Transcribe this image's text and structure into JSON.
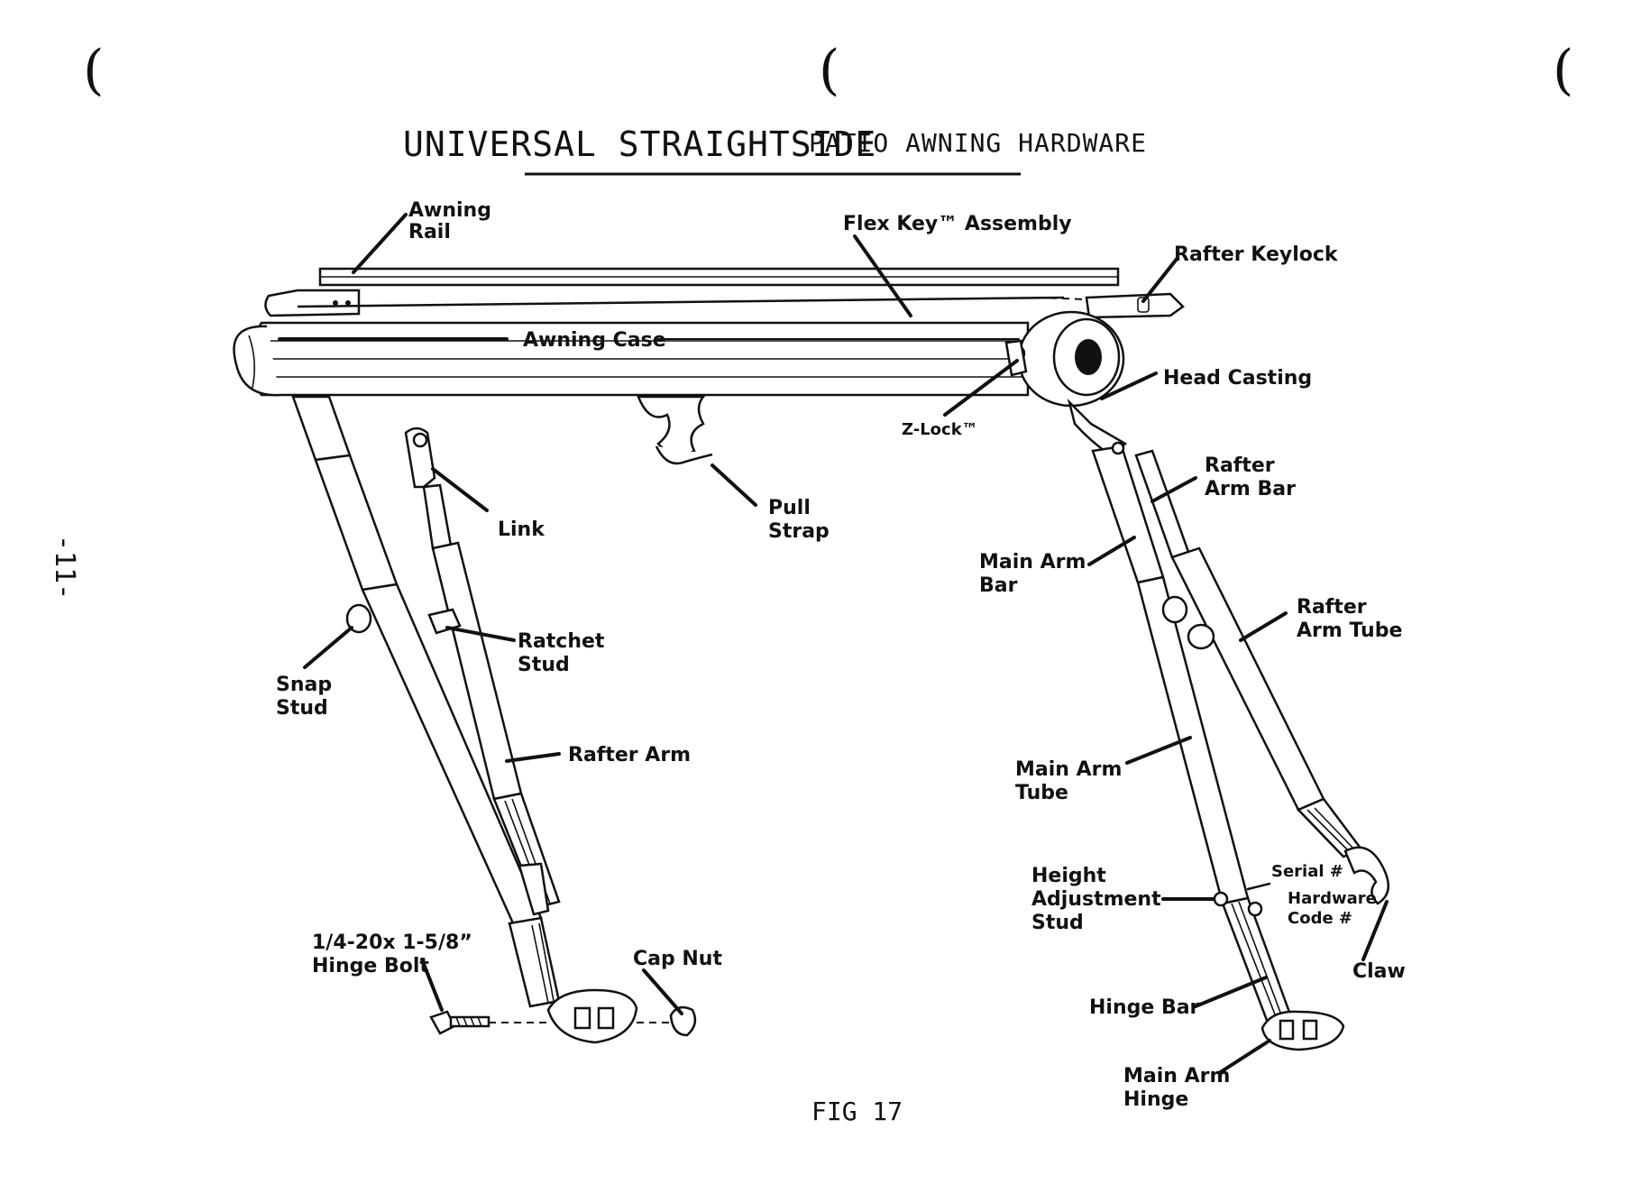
{
  "page": {
    "margin_marks": [
      "(",
      "(",
      "("
    ],
    "page_number": "-11-",
    "figure_caption": "FIG 17"
  },
  "title": {
    "main": "UNIVERSAL STRAIGHTSIDE",
    "sub": "PATIO AWNING HARDWARE"
  },
  "labels": {
    "awning_rail": [
      "Awning",
      "Rail"
    ],
    "flex_key": "Flex Key™ Assembly",
    "rafter_keylock": "Rafter Keylock",
    "awning_case": "Awning Case",
    "head_casting": "Head Casting",
    "z_lock": "Z-Lock™",
    "rafter_arm_bar": [
      "Rafter",
      "Arm Bar"
    ],
    "link": "Link",
    "pull_strap": [
      "Pull",
      "Strap"
    ],
    "main_arm_bar": [
      "Main Arm",
      "Bar"
    ],
    "rafter_arm_tube": [
      "Rafter",
      "Arm Tube"
    ],
    "ratchet_stud": [
      "Ratchet",
      "Stud"
    ],
    "snap_stud": [
      "Snap",
      "Stud"
    ],
    "rafter_arm": "Rafter Arm",
    "main_arm_tube": [
      "Main Arm",
      "Tube"
    ],
    "height_adjustment_stud": [
      "Height",
      "Adjustment",
      "Stud"
    ],
    "serial": "Serial #",
    "hardware_code": [
      "Hardware",
      "Code #"
    ],
    "claw": "Claw",
    "hinge_bolt": [
      "1/4-20x 1-5/8”",
      "Hinge Bolt"
    ],
    "cap_nut": "Cap Nut",
    "hinge_bar": "Hinge Bar",
    "main_arm_hinge": [
      "Main Arm",
      "Hinge"
    ]
  }
}
